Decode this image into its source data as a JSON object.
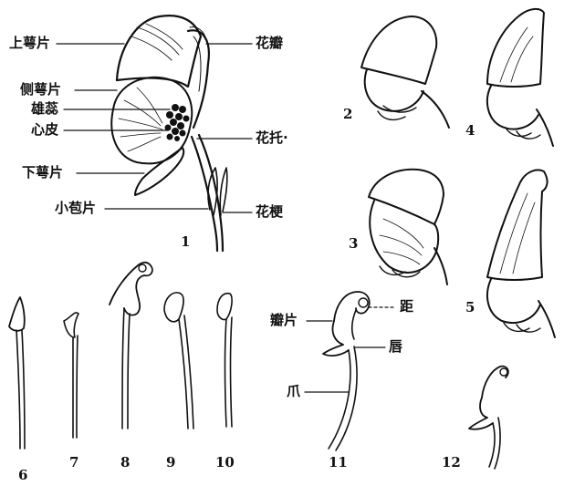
{
  "figure1": {
    "number": "1",
    "labels": {
      "upper_sepal": "上萼片",
      "petal": "花瓣",
      "lateral_sepal": "侧萼片",
      "stamens": "雄蕊",
      "carpels": "心皮",
      "receptacle": "花托·",
      "lower_sepal": "下萼片",
      "bracteole": "小苞片",
      "pedicel": "花梗"
    }
  },
  "figure_numbers": [
    "2",
    "3",
    "4",
    "5",
    "6",
    "7",
    "8",
    "9",
    "10",
    "11",
    "12"
  ],
  "figure11": {
    "labels": {
      "petal_blade": "瓣片",
      "spur": "距",
      "lip": "唇",
      "claw": "爪"
    }
  }
}
